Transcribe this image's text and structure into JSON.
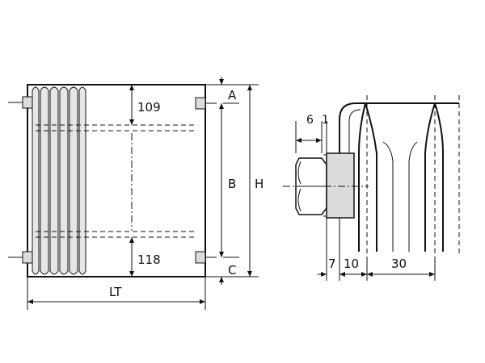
{
  "front_view": {
    "dim_top": "109",
    "dim_bottom": "118",
    "label_a": "A",
    "label_b": "B",
    "label_c": "C",
    "label_h": "H",
    "label_lt": "LT"
  },
  "side_view": {
    "dim_6": "6",
    "dim_1": "1",
    "dim_7": "7",
    "dim_10": "10",
    "dim_30": "30"
  },
  "colors": {
    "line": "#111111",
    "fin_fill": "#e6e6e6",
    "plug_fill": "#dcdcdc"
  }
}
